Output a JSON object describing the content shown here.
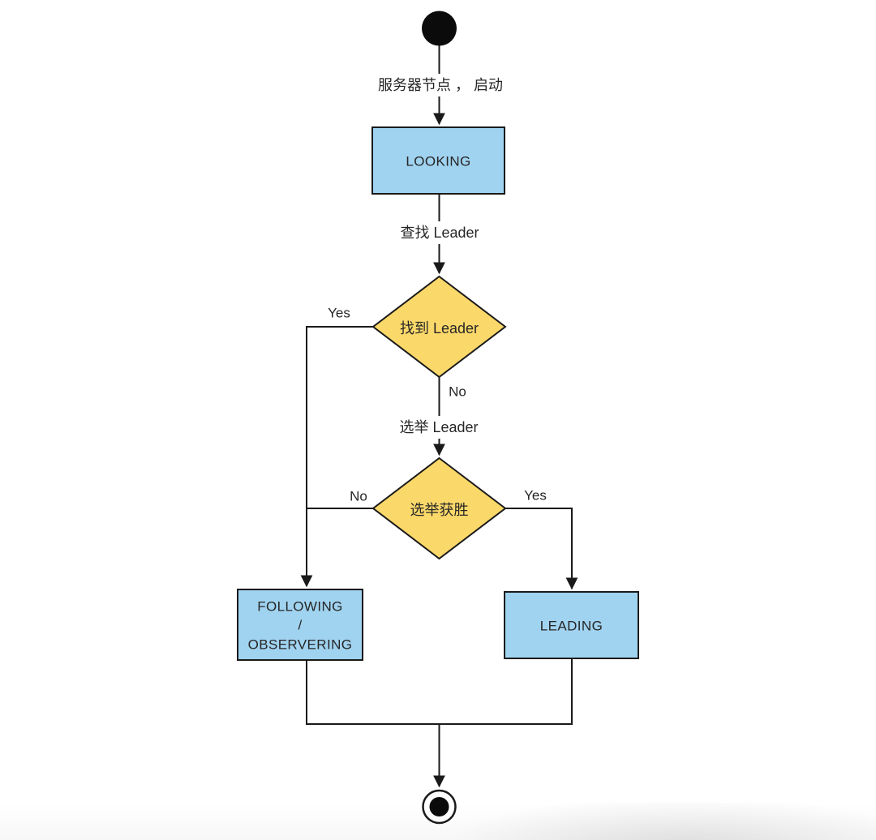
{
  "colors": {
    "state_fill": "#A0D3F0",
    "decision_fill": "#FBD86A",
    "border": "#1A1A1A",
    "background": "#FFFFFF"
  },
  "nodes": {
    "start": {
      "type": "initial-state"
    },
    "looking": {
      "label": "LOOKING"
    },
    "found_leader": {
      "label": "找到 Leader"
    },
    "election_won": {
      "label": "选举获胜"
    },
    "following": {
      "line1": "FOLLOWING",
      "line2": "/",
      "line3": "OBSERVERING"
    },
    "leading": {
      "label": "LEADING"
    },
    "end": {
      "type": "final-state"
    }
  },
  "edges": {
    "start_to_looking": {
      "label": "服务器节点 ， 启动"
    },
    "looking_to_found": {
      "label": "查找 Leader"
    },
    "found_yes": {
      "label": "Yes"
    },
    "found_no": {
      "label": "No"
    },
    "no_to_election": {
      "label": "选举 Leader"
    },
    "election_no": {
      "label": "No"
    },
    "election_yes": {
      "label": "Yes"
    }
  }
}
